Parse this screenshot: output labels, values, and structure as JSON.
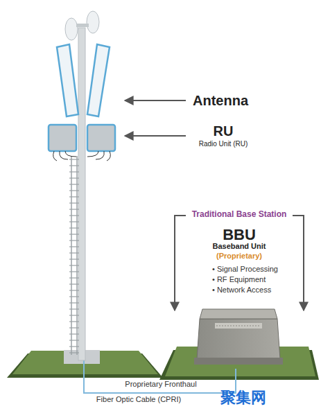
{
  "diagram": {
    "labels": [
      "Antenna",
      "RU",
      "Radio Unit (RU)",
      "Traditional Base Station",
      "BBU",
      "Baseband Unit",
      "(Proprietary)",
      "• Signal Processing",
      "• RF Equipment",
      "• Network Access",
      "Proprietary Fronthaul",
      "Fiber Optic Cable (CPRI)",
      "聚集网"
    ]
  }
}
